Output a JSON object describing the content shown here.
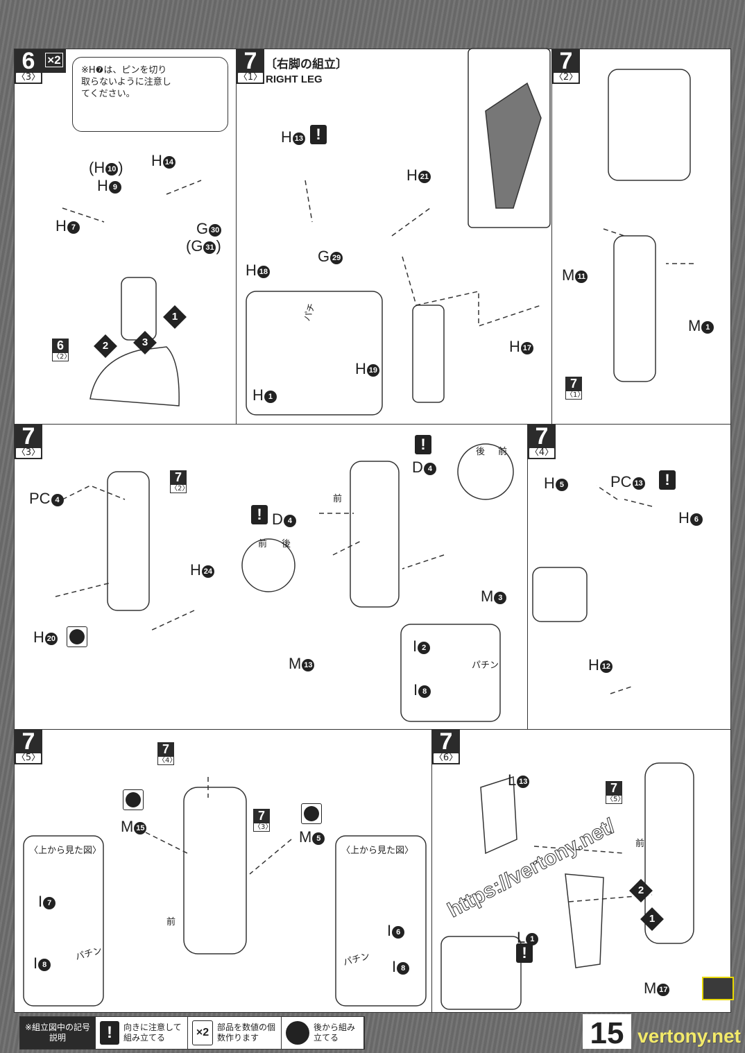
{
  "steps": {
    "s6_3": {
      "num": "6",
      "sub": "〈3〉",
      "x2": "×2"
    },
    "s7_1": {
      "num": "7",
      "sub": "〈1〉",
      "title": "〔右脚の組立〕",
      "subtitle": "RIGHT LEG"
    },
    "s7_2": {
      "num": "7",
      "sub": "〈2〉"
    },
    "s7_3": {
      "num": "7",
      "sub": "〈3〉"
    },
    "s7_4": {
      "num": "7",
      "sub": "〈4〉"
    },
    "s7_5": {
      "num": "7",
      "sub": "〈5〉"
    },
    "s7_6": {
      "num": "7",
      "sub": "〈6〉"
    }
  },
  "note": "※H❼は、ピンを切り取らないように注意してください。",
  "labels": [
    {
      "pre": "(",
      "letter": "H",
      "num": "10",
      "post": ")"
    },
    {
      "letter": "H",
      "num": "9"
    },
    {
      "letter": "H",
      "num": "14"
    },
    {
      "letter": "H",
      "num": "7"
    },
    {
      "letter": "G",
      "num": "30"
    },
    {
      "pre": "(",
      "letter": "G",
      "num": "31",
      "post": ")"
    },
    {
      "letter": "H",
      "num": "13"
    },
    {
      "letter": "G",
      "num": "29"
    },
    {
      "letter": "H",
      "num": "18"
    },
    {
      "letter": "H",
      "num": "21"
    },
    {
      "letter": "H",
      "num": "17"
    },
    {
      "letter": "H",
      "num": "19"
    },
    {
      "letter": "H",
      "num": "1"
    },
    {
      "letter": "M",
      "num": "11"
    },
    {
      "letter": "M",
      "num": "1"
    },
    {
      "letter": "PC",
      "num": "4"
    },
    {
      "letter": "H",
      "num": "24"
    },
    {
      "letter": "H",
      "num": "20"
    },
    {
      "letter": "D",
      "num": "4"
    },
    {
      "letter": "D",
      "num": "4"
    },
    {
      "letter": "M",
      "num": "13"
    },
    {
      "letter": "M",
      "num": "3"
    },
    {
      "letter": "I",
      "num": "2"
    },
    {
      "letter": "I",
      "num": "8"
    },
    {
      "letter": "H",
      "num": "5"
    },
    {
      "letter": "PC",
      "num": "13"
    },
    {
      "letter": "H",
      "num": "6"
    },
    {
      "letter": "H",
      "num": "12"
    },
    {
      "letter": "M",
      "num": "15"
    },
    {
      "letter": "M",
      "num": "5"
    },
    {
      "letter": "I",
      "num": "7"
    },
    {
      "letter": "I",
      "num": "8"
    },
    {
      "letter": "I",
      "num": "6"
    },
    {
      "letter": "I",
      "num": "8"
    },
    {
      "letter": "L",
      "num": "13"
    },
    {
      "letter": "L",
      "num": "1"
    },
    {
      "letter": "M",
      "num": "17"
    }
  ],
  "refs": [
    {
      "num": "6",
      "sub": "〈2〉"
    },
    {
      "num": "7",
      "sub": "〈1〉"
    },
    {
      "num": "7",
      "sub": "〈2〉"
    },
    {
      "num": "7",
      "sub": "〈4〉"
    },
    {
      "num": "7",
      "sub": "〈3〉"
    },
    {
      "num": "7",
      "sub": "〈5〉"
    }
  ],
  "order_steps": [
    "1",
    "2",
    "3",
    "2",
    "1"
  ],
  "annotations": {
    "front": "前",
    "back": "後",
    "snap_short": "パチ",
    "snap": "パチン",
    "top_view": "〈上から見た図〉"
  },
  "legend": {
    "lead": "※組立図中の記号説明",
    "items": [
      {
        "icon": "exclamation-icon",
        "text": "向きに注意して組み立てる"
      },
      {
        "icon": "x2-icon",
        "symbol": "×2",
        "text": "部品を数値の個数作ります"
      },
      {
        "icon": "back-assembly-icon",
        "text": "後から組み立てる"
      }
    ]
  },
  "page_number": "15",
  "watermark": {
    "url": "https://vertony.net/",
    "logo": "VERTONY .NET",
    "site": "vertony.net"
  },
  "colors": {
    "ink": "#222222",
    "paper": "#ffffff",
    "background": "#6f6f6f",
    "watermark": "#f3ea6a"
  }
}
